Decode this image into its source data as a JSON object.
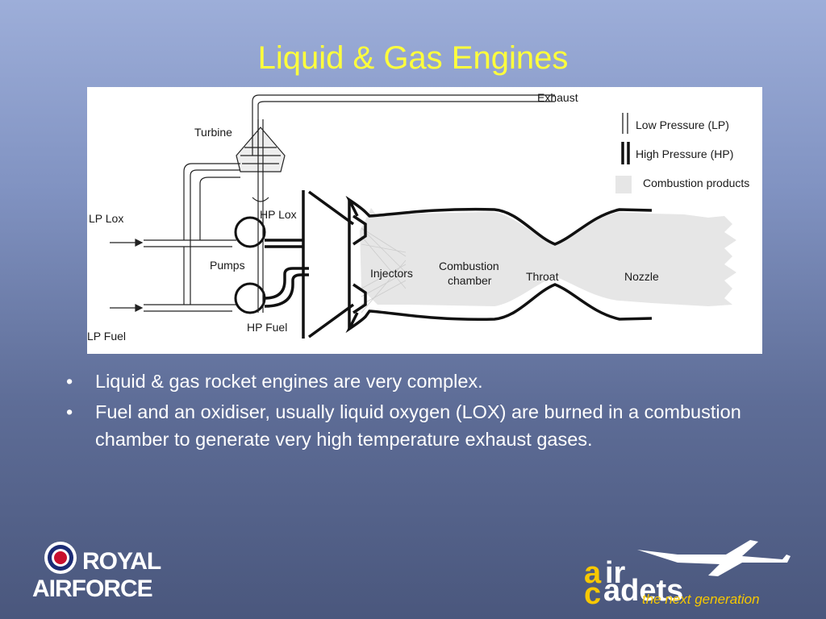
{
  "slide": {
    "title": "Liquid & Gas Engines",
    "bullets": [
      "Liquid & gas rocket engines are very complex.",
      "Fuel and an oxidiser, usually liquid oxygen (LOX) are burned in a combustion chamber to generate very high temperature exhaust gases."
    ],
    "bullet_symbol": "•"
  },
  "diagram": {
    "labels": {
      "exhaust": "Exhaust",
      "turbine": "Turbine",
      "lp_lox": "LP Lox",
      "hp_lox": "HP Lox",
      "pumps": "Pumps",
      "hp_fuel": "HP Fuel",
      "lp_fuel": "LP Fuel",
      "injectors": "Injectors",
      "combustion_line1": "Combustion",
      "combustion_line2": "chamber",
      "throat": "Throat",
      "nozzle": "Nozzle"
    },
    "legend": {
      "low_pressure": "Low Pressure (LP)",
      "high_pressure": "High  Pressure (HP)",
      "combustion_products": "Combustion products"
    }
  },
  "logos": {
    "raf_line1": "ROYAL",
    "raf_line2": "AIRFORCE",
    "cadets_a": "a",
    "cadets_ir": "ir",
    "cadets_c": "c",
    "cadets_adets": "adets",
    "cadets_tagline": "the next generation"
  },
  "colors": {
    "title": "#ffff3c",
    "text": "#ffffff",
    "cadets_yellow": "#f7c800",
    "combustion_fill": "#e6e6e6"
  }
}
